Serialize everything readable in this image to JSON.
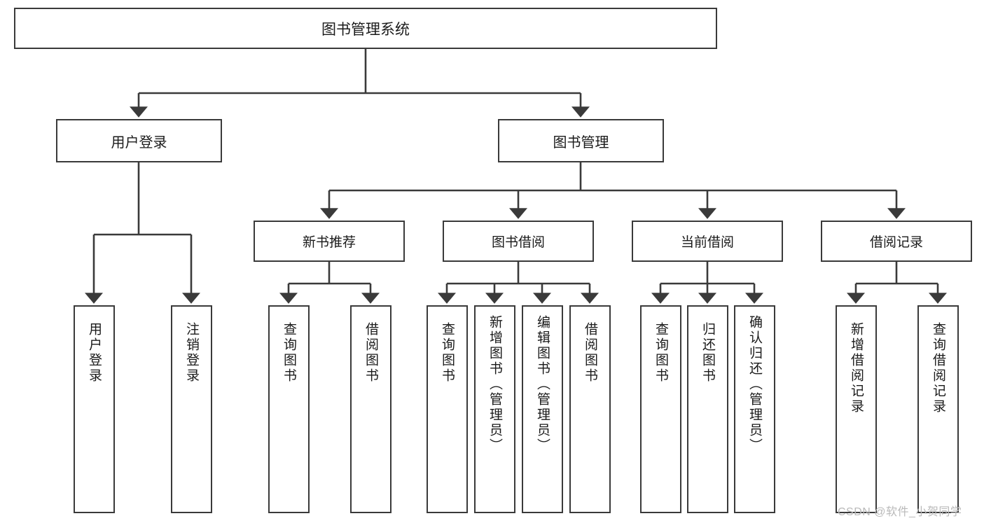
{
  "diagram": {
    "title_node": {
      "label": "图书管理系统"
    },
    "level2": [
      {
        "id": "user-login",
        "label": "用户登录"
      },
      {
        "id": "book-manage",
        "label": "图书管理"
      }
    ],
    "level3": [
      {
        "id": "new-book-recommend",
        "label": "新书推荐"
      },
      {
        "id": "book-borrow",
        "label": "图书借阅"
      },
      {
        "id": "current-borrow",
        "label": "当前借阅"
      },
      {
        "id": "borrow-record",
        "label": "借阅记录"
      }
    ],
    "leaves": [
      {
        "id": "leaf-user-login",
        "label": "用户登录"
      },
      {
        "id": "leaf-logout-login",
        "label": "注销登录"
      },
      {
        "id": "leaf-query-book-1",
        "label": "查询图书"
      },
      {
        "id": "leaf-borrow-book-1",
        "label": "借阅图书"
      },
      {
        "id": "leaf-query-book-2",
        "label": "查询图书"
      },
      {
        "id": "leaf-add-book",
        "label": "新增图书（管理员）"
      },
      {
        "id": "leaf-edit-book",
        "label": "编辑图书（管理员）"
      },
      {
        "id": "leaf-borrow-book-2",
        "label": "借阅图书"
      },
      {
        "id": "leaf-query-book-3",
        "label": "查询图书"
      },
      {
        "id": "leaf-return-book",
        "label": "归还图书"
      },
      {
        "id": "leaf-confirm-return",
        "label": "确认归还（管理员）"
      },
      {
        "id": "leaf-add-record",
        "label": "新增借阅记录"
      },
      {
        "id": "leaf-query-record",
        "label": "查询借阅记录"
      }
    ]
  },
  "watermark": {
    "text": "CSDN @软件_小贺同学"
  },
  "colors": {
    "border": "#3a3a3a",
    "background": "#ffffff",
    "text": "#1a1a1a",
    "watermark": "#b9b9b9"
  }
}
